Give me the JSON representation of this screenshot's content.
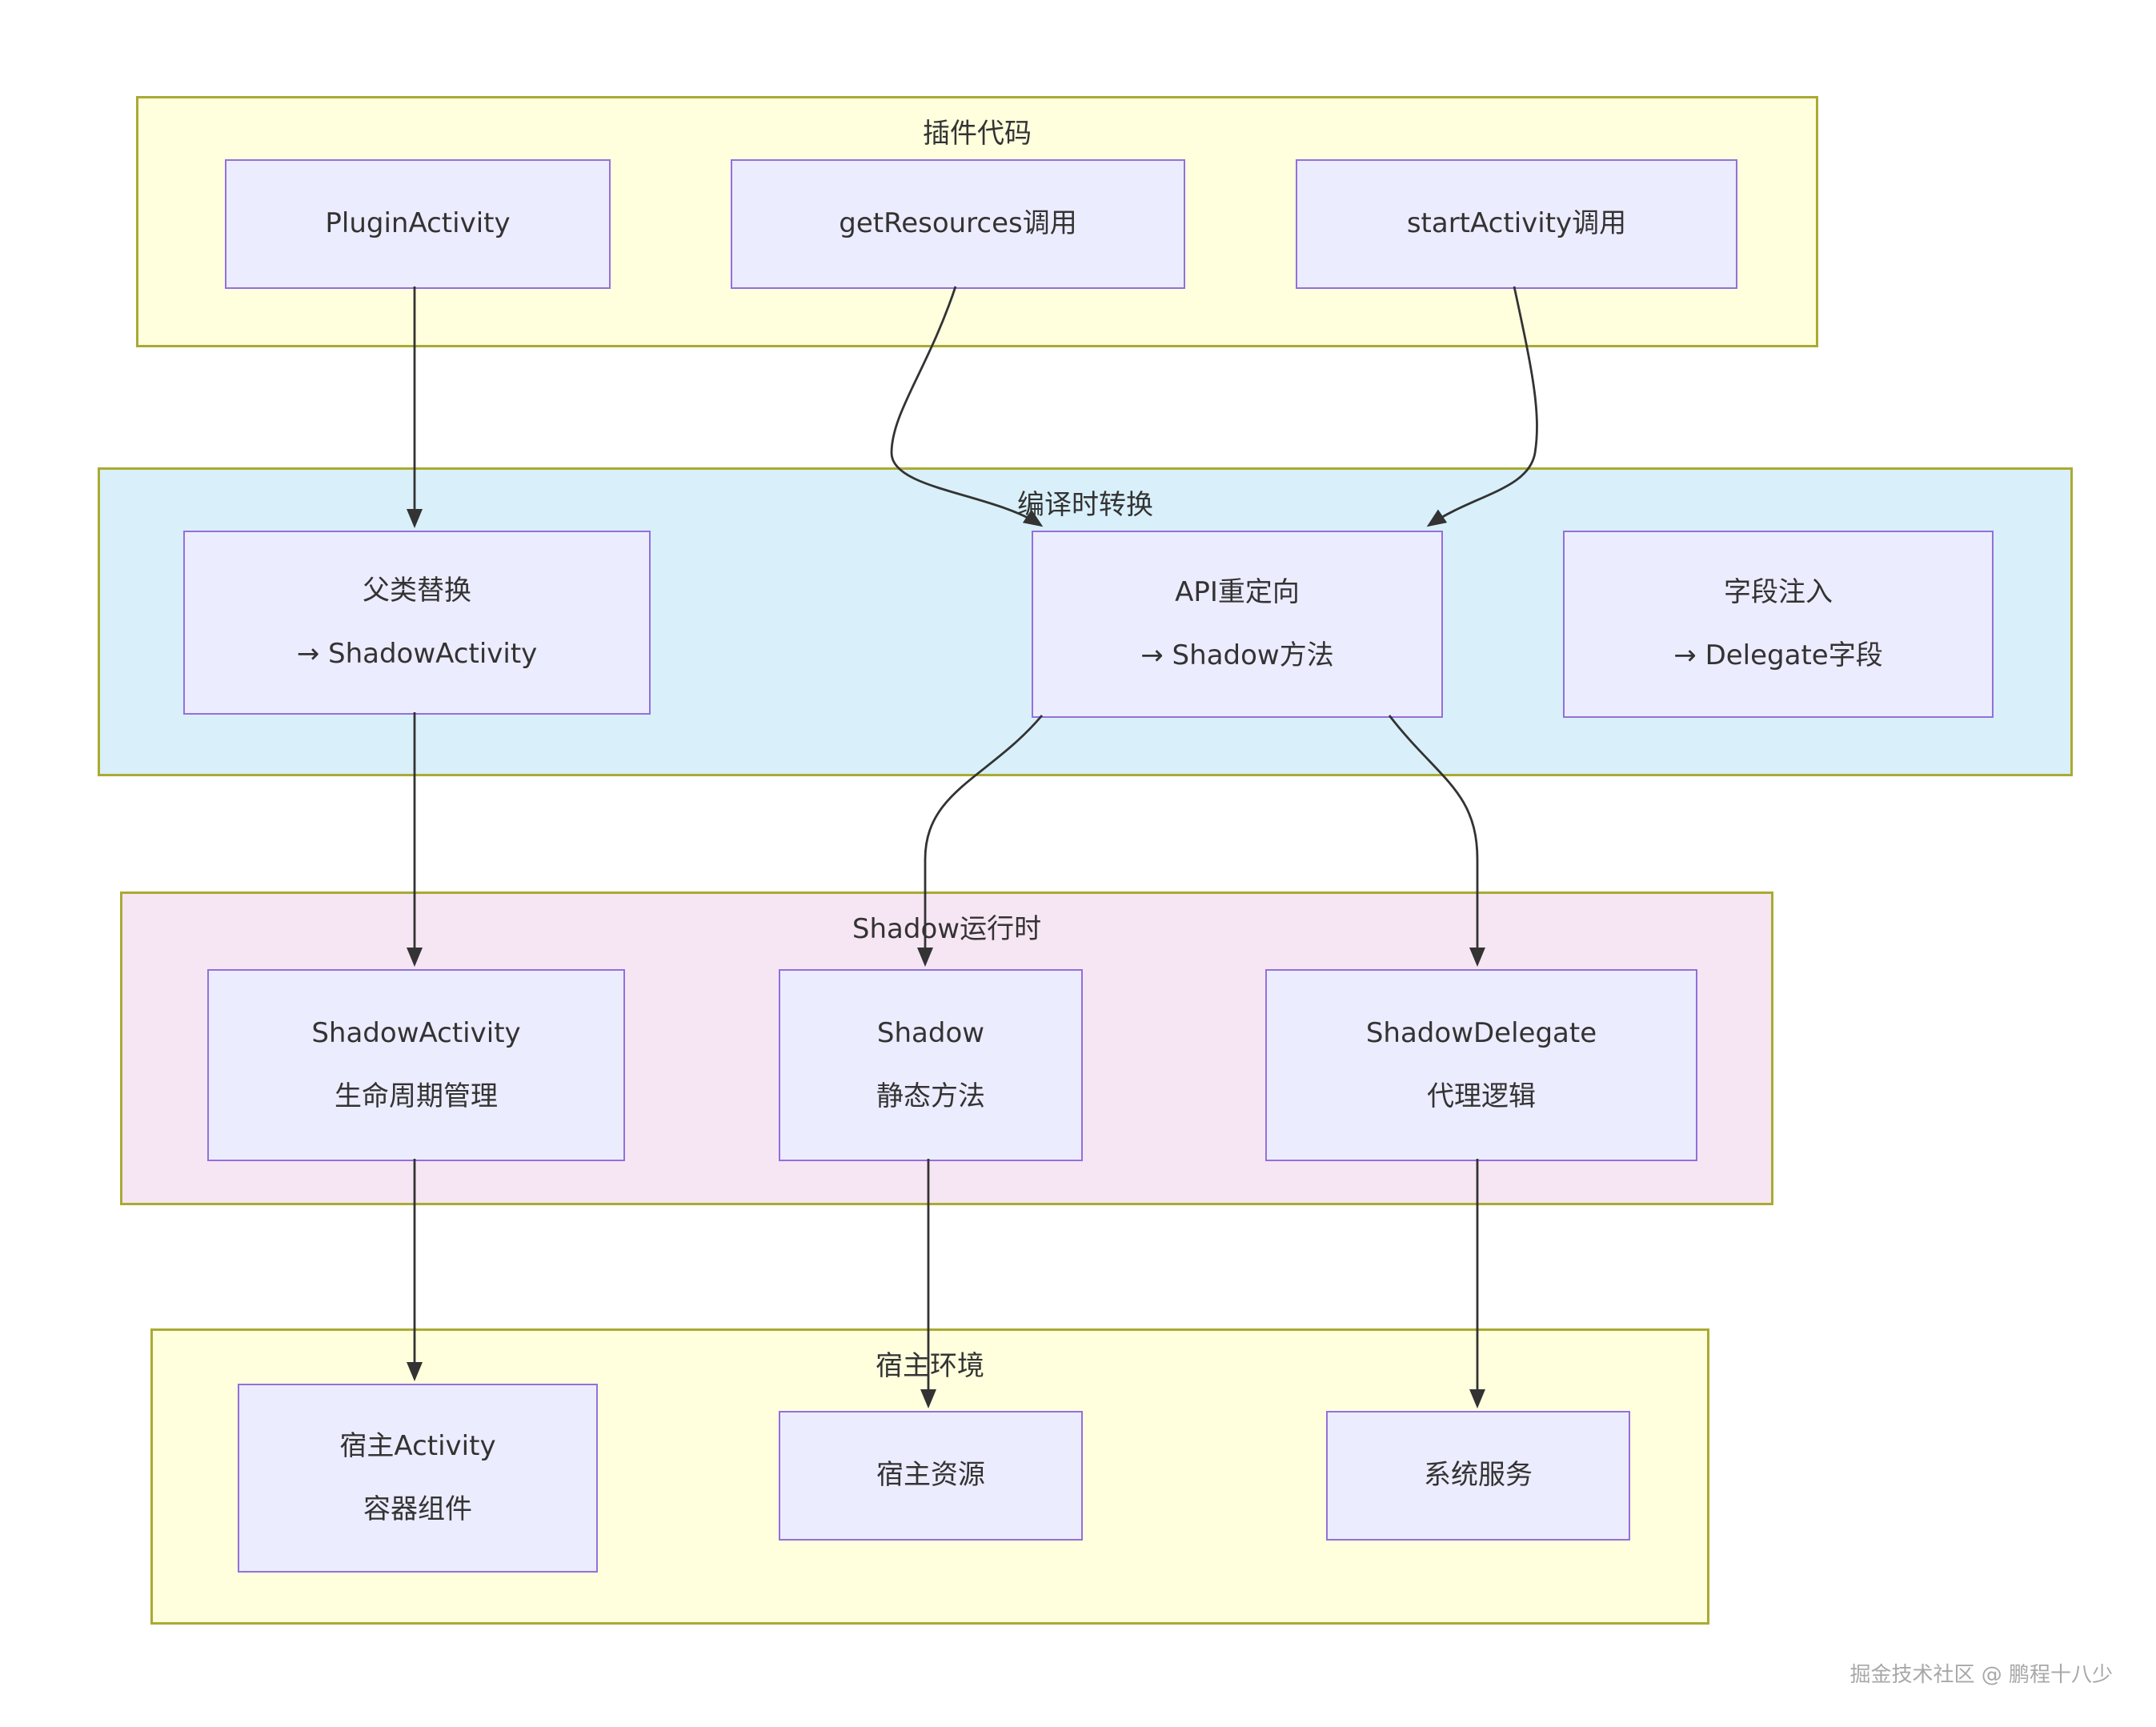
{
  "diagram": {
    "sections": [
      {
        "id": "plugin-code",
        "title": "插件代码",
        "nodes": [
          {
            "id": "plugin-activity",
            "lines": [
              "PluginActivity"
            ]
          },
          {
            "id": "get-resources",
            "lines": [
              "getResources调用"
            ]
          },
          {
            "id": "start-activity",
            "lines": [
              "startActivity调用"
            ]
          }
        ]
      },
      {
        "id": "compile-transform",
        "title": "编译时转换",
        "nodes": [
          {
            "id": "parent-replace",
            "lines": [
              "父类替换",
              "→ ShadowActivity"
            ]
          },
          {
            "id": "api-redirect",
            "lines": [
              "API重定向",
              "→ Shadow方法"
            ]
          },
          {
            "id": "field-inject",
            "lines": [
              "字段注入",
              "→ Delegate字段"
            ]
          }
        ]
      },
      {
        "id": "shadow-runtime",
        "title": "Shadow运行时",
        "nodes": [
          {
            "id": "shadow-activity",
            "lines": [
              "ShadowActivity",
              "生命周期管理"
            ]
          },
          {
            "id": "shadow-static",
            "lines": [
              "Shadow",
              "静态方法"
            ]
          },
          {
            "id": "shadow-delegate",
            "lines": [
              "ShadowDelegate",
              "代理逻辑"
            ]
          }
        ]
      },
      {
        "id": "host-env",
        "title": "宿主环境",
        "nodes": [
          {
            "id": "host-activity",
            "lines": [
              "宿主Activity",
              "容器组件"
            ]
          },
          {
            "id": "host-resources",
            "lines": [
              "宿主资源"
            ]
          },
          {
            "id": "system-service",
            "lines": [
              "系统服务"
            ]
          }
        ]
      }
    ],
    "edges": [
      {
        "from": "plugin-activity",
        "to": "parent-replace"
      },
      {
        "from": "get-resources",
        "to": "api-redirect"
      },
      {
        "from": "start-activity",
        "to": "api-redirect"
      },
      {
        "from": "parent-replace",
        "to": "shadow-activity"
      },
      {
        "from": "api-redirect",
        "to": "shadow-static"
      },
      {
        "from": "api-redirect",
        "to": "shadow-delegate"
      },
      {
        "from": "shadow-activity",
        "to": "host-activity"
      },
      {
        "from": "shadow-static",
        "to": "host-resources"
      },
      {
        "from": "shadow-delegate",
        "to": "system-service"
      }
    ]
  },
  "colors": {
    "section_border": "#aaaa33",
    "section_yellow_fill": "#ffffde",
    "section_blue_fill": "#d9f0fa",
    "section_pink_fill": "#f6e6f3",
    "node_fill": "#ececff",
    "node_border": "#9370db",
    "edge_color": "#333333",
    "text_color": "#333333",
    "watermark_color": "#a8a8a8"
  },
  "watermark": {
    "text": "掘金技术社区 @ 鹏程十八少"
  }
}
